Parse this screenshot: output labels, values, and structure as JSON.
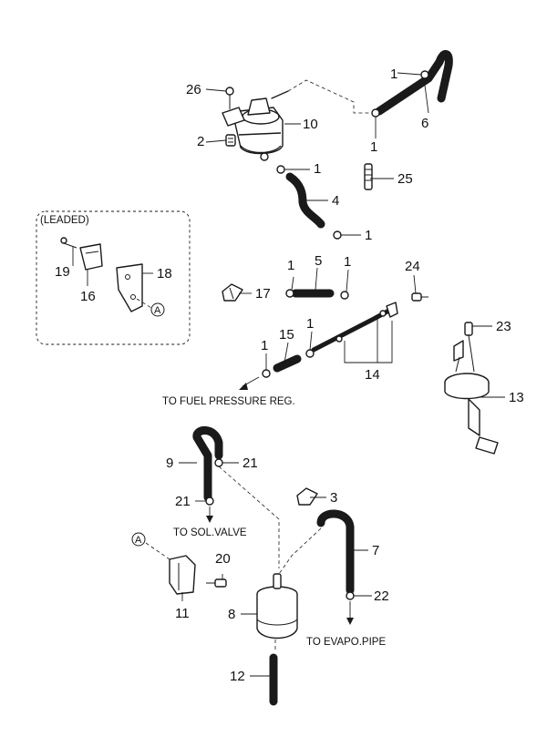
{
  "diagram": {
    "leaded_box_label": "(LEADED)",
    "reference_marker": "A",
    "notes": {
      "fuel_pressure_reg": "TO FUEL PRESSURE REG.",
      "sol_valve": "TO SOL.VALVE",
      "evapo_pipe": "TO EVAPO.PIPE"
    },
    "callouts": {
      "c1_a": "1",
      "c1_b": "1",
      "c1_c": "1",
      "c1_d": "1",
      "c1_e": "1",
      "c1_f": "1",
      "c1_g": "1",
      "c1_h": "1",
      "c2": "2",
      "c3": "3",
      "c4": "4",
      "c5": "5",
      "c6": "6",
      "c7": "7",
      "c8": "8",
      "c9": "9",
      "c10": "10",
      "c11": "11",
      "c12": "12",
      "c13": "13",
      "c14": "14",
      "c15": "15",
      "c16": "16",
      "c17": "17",
      "c18": "18",
      "c19": "19",
      "c20": "20",
      "c21_a": "21",
      "c21_b": "21",
      "c22": "22",
      "c23": "23",
      "c24": "24",
      "c25": "25",
      "c26": "26"
    }
  }
}
